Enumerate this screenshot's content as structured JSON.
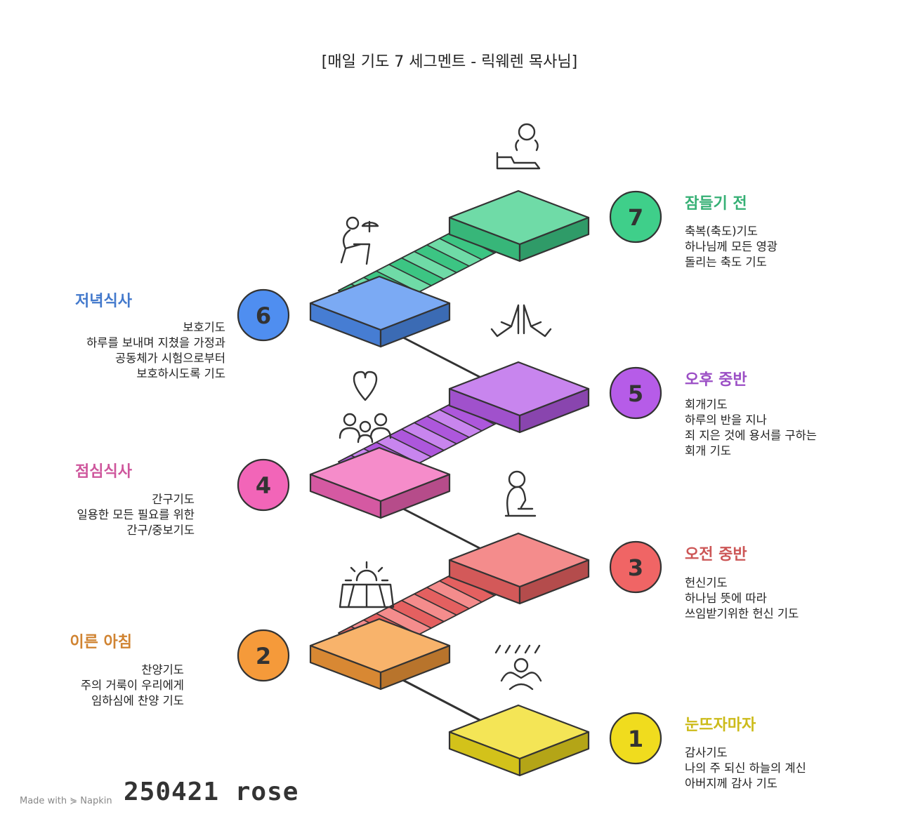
{
  "title": "[매일 기도 7 세그멘트 - 릭웨렌 목사님]",
  "steps": [
    {
      "number": "1",
      "heading": "눈뜨자마자",
      "lines": [
        "감사기도",
        "나의 주 되신 하늘의 계신",
        "아버지께 감사 기도"
      ],
      "color": "#f0dc1e",
      "side": "right",
      "icon": "stretching-person-icon"
    },
    {
      "number": "2",
      "heading": "이른 아침",
      "lines": [
        "찬양기도",
        "주의 거룩이 우리에게",
        "임하심에 찬양 기도"
      ],
      "color": "#f59a3a",
      "side": "left",
      "icon": "sunrise-field-icon"
    },
    {
      "number": "3",
      "heading": "오전 중반",
      "lines": [
        "헌신기도",
        "하나님 뜻에 따라",
        "쓰임받기위한 헌신 기도"
      ],
      "color": "#f06565",
      "side": "right",
      "icon": "kneeling-person-icon"
    },
    {
      "number": "4",
      "heading": "점심식사",
      "lines": [
        "간구기도",
        "일용한 모든 필요를 위한",
        "간구/중보기도"
      ],
      "color": "#f265b8",
      "side": "left",
      "icon": "family-heart-icon"
    },
    {
      "number": "5",
      "heading": "오후 중반",
      "lines": [
        "회개기도",
        "하루의 반을 지나",
        "죄 지은 것에 용서를 구하는",
        "회개 기도"
      ],
      "color": "#b65ce8",
      "side": "right",
      "icon": "praying-hands-icon"
    },
    {
      "number": "6",
      "heading": "저녁식사",
      "lines": [
        "보호기도",
        "하루를 보내며 지쳤을 가정과",
        "공동체가 시험으로부터",
        "보호하시도록 기도"
      ],
      "color": "#4f8ef0",
      "side": "left",
      "icon": "dining-person-icon"
    },
    {
      "number": "7",
      "heading": "잠들기 전",
      "lines": [
        "축복(축도)기도",
        "하나님께 모든 영광",
        "돌리는 축도 기도"
      ],
      "color": "#3fcf8a",
      "side": "right",
      "icon": "sleeping-person-icon"
    }
  ],
  "footer": {
    "made_with": "Made with ⋟ Napkin",
    "note": "250421 rose"
  }
}
